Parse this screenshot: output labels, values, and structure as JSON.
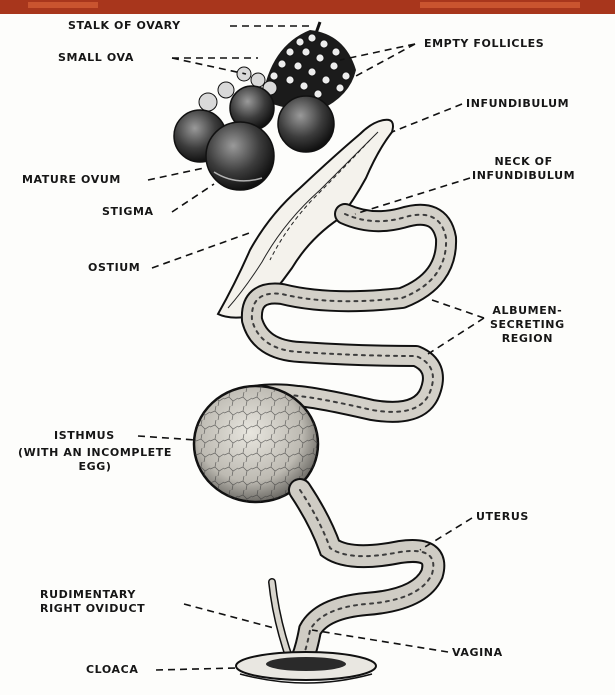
{
  "colors": {
    "ink": "#161616",
    "paper": "#fdfdfb",
    "top_bar": "#a8361c"
  },
  "labels": {
    "stalk_of_ovary": "STALK OF OVARY",
    "small_ova": "SMALL OVA",
    "empty_follicles": "EMPTY FOLLICLES",
    "infundibulum": "INFUNDIBULUM",
    "neck_of_infundibulum": "NECK OF\nINFUNDIBULUM",
    "mature_ovum": "MATURE OVUM",
    "stigma": "STIGMA",
    "ostium": "OSTIUM",
    "albumen_secreting_region": "ALBUMEN-\nSECRETING\nREGION",
    "isthmus": "ISTHMUS",
    "isthmus_note": "(WITH AN INCOMPLETE\nEGG)",
    "uterus": "UTERUS",
    "rudimentary_right_oviduct": "RUDIMENTARY\nRIGHT OVIDUCT",
    "vagina": "VAGINA",
    "cloaca": "CLOACA"
  }
}
